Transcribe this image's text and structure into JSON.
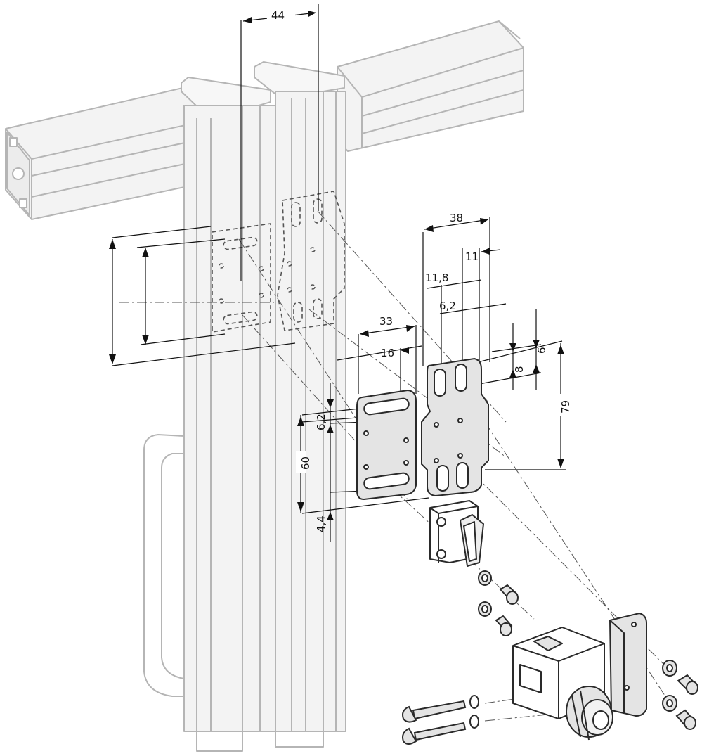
{
  "dimensions": {
    "d44": "44",
    "d38": "38",
    "d11": "11",
    "d11_8": "11,8",
    "d6_2_right": "6,2",
    "d33": "33",
    "d16": "16",
    "d6_2_left": "6,2",
    "d8": "8",
    "d6": "6",
    "d79": "79",
    "d60": "60",
    "d4_4": "4,4"
  },
  "colors": {
    "line": "#2a2a2a",
    "ghost": "#b5b5b5",
    "plate_fill": "#e4e4e4",
    "profile_fill": "#f3f3f3"
  }
}
